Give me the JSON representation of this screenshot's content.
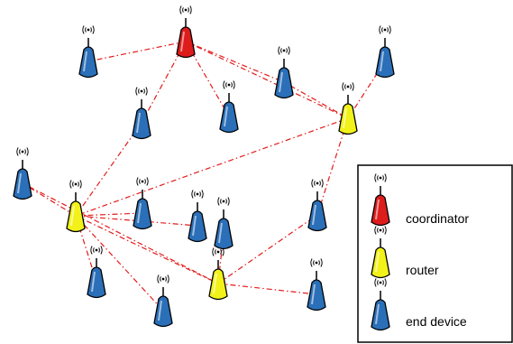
{
  "legend": {
    "coordinator": "coordinator",
    "router": "router",
    "end_device": "end device"
  },
  "colors": {
    "coordinator": "#dd1c1c",
    "router": "#f2f21a",
    "end_device": "#2a6fb8",
    "link": "#e31b1b",
    "outline": "#000000"
  },
  "nodes": [
    {
      "id": "coordinator-1",
      "role": "coordinator"
    },
    {
      "id": "router-1",
      "role": "router"
    },
    {
      "id": "router-2",
      "role": "router"
    },
    {
      "id": "router-3",
      "role": "router"
    },
    {
      "id": "end-device-1",
      "role": "end_device"
    },
    {
      "id": "end-device-2",
      "role": "end_device"
    },
    {
      "id": "end-device-3",
      "role": "end_device"
    },
    {
      "id": "end-device-4",
      "role": "end_device"
    },
    {
      "id": "end-device-5",
      "role": "end_device"
    },
    {
      "id": "end-device-6",
      "role": "end_device"
    },
    {
      "id": "end-device-7",
      "role": "end_device"
    },
    {
      "id": "end-device-8",
      "role": "end_device"
    },
    {
      "id": "end-device-9",
      "role": "end_device"
    },
    {
      "id": "end-device-10",
      "role": "end_device"
    },
    {
      "id": "end-device-11",
      "role": "end_device"
    },
    {
      "id": "end-device-12",
      "role": "end_device"
    },
    {
      "id": "end-device-13",
      "role": "end_device"
    }
  ],
  "links": [
    [
      "coordinator-1",
      "end-device-1"
    ],
    [
      "coordinator-1",
      "end-device-3"
    ],
    [
      "coordinator-1",
      "end-device-4"
    ],
    [
      "coordinator-1",
      "end-device-5"
    ],
    [
      "coordinator-1",
      "router-1"
    ],
    [
      "router-1",
      "end-device-2"
    ],
    [
      "router-1",
      "end-device-3"
    ],
    [
      "router-1",
      "end-device-11"
    ],
    [
      "router-1",
      "router-2"
    ],
    [
      "router-2",
      "end-device-7"
    ],
    [
      "router-2",
      "end-device-4"
    ],
    [
      "router-2",
      "end-device-6"
    ],
    [
      "router-2",
      "end-device-8"
    ],
    [
      "router-2",
      "end-device-9"
    ],
    [
      "router-2",
      "end-device-10"
    ],
    [
      "router-2",
      "router-3"
    ],
    [
      "router-3",
      "end-device-11"
    ],
    [
      "router-3",
      "end-device-12"
    ],
    [
      "router-3",
      "end-device-13"
    ],
    [
      "router-3",
      "end-device-6"
    ]
  ]
}
